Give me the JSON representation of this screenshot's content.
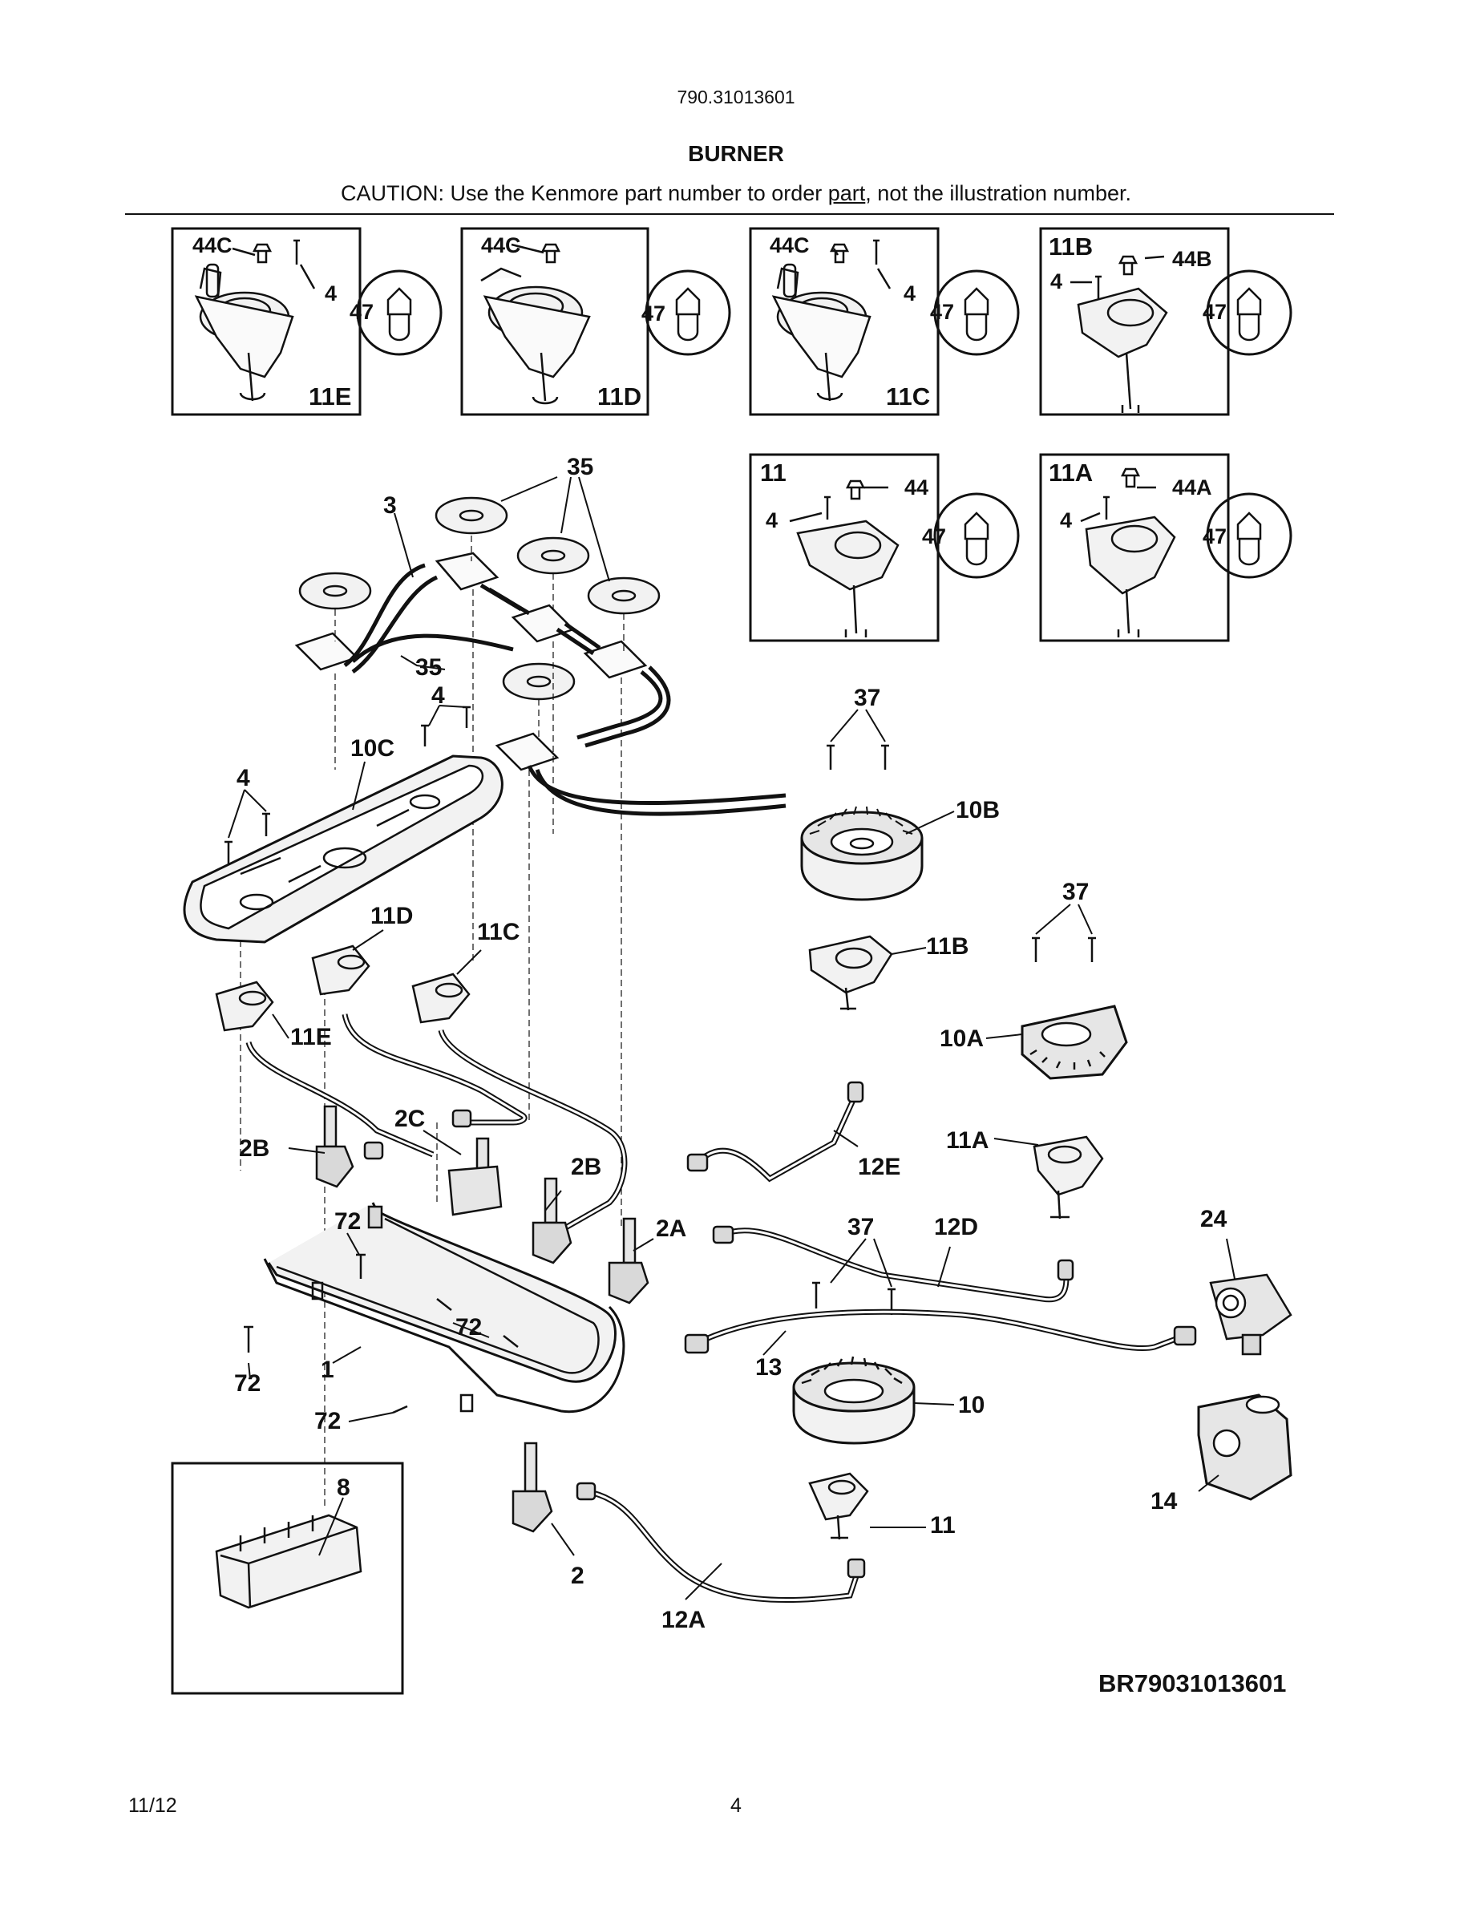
{
  "header": {
    "model": "790.31013601",
    "title": "BURNER",
    "caution_before": "CAUTION: Use the Kenmore part number to order ",
    "caution_link": "part",
    "caution_after": ", not the illustration number."
  },
  "insets": [
    {
      "id": "11E",
      "labels": [
        "44C",
        "4",
        "47",
        "11E"
      ]
    },
    {
      "id": "11D",
      "labels": [
        "44C",
        "47",
        "11D"
      ]
    },
    {
      "id": "11C",
      "labels": [
        "44C",
        "4",
        "47",
        "11C"
      ]
    },
    {
      "id": "11B",
      "labels": [
        "11B",
        "44B",
        "4",
        "47"
      ]
    },
    {
      "id": "11",
      "labels": [
        "11",
        "44",
        "4",
        "47"
      ]
    },
    {
      "id": "11A",
      "labels": [
        "11A",
        "44A",
        "4",
        "47"
      ]
    }
  ],
  "callouts": {
    "c35a": "35",
    "c3": "3",
    "c35b": "35",
    "c4a": "4",
    "c10c": "10C",
    "c4b": "4",
    "c37a": "37",
    "c10b": "10B",
    "c37b": "37",
    "c11b": "11B",
    "c10a": "10A",
    "c11d": "11D",
    "c11c": "11C",
    "c11e": "11E",
    "c2c": "2C",
    "c2b": "2B",
    "c2b2": "2B",
    "c12e": "12E",
    "c11a": "11A",
    "c24": "24",
    "c72a": "72",
    "c2a": "2A",
    "c37c": "37",
    "c12d": "12D",
    "c72b": "72",
    "c72c": "72",
    "c1": "1",
    "c13": "13",
    "c10": "10",
    "c72d": "72",
    "c8": "8",
    "c11": "11",
    "c14": "14",
    "c2": "2",
    "c12a": "12A"
  },
  "diagram_code": "BR79031013601",
  "footer": {
    "date": "11/12",
    "page": "4"
  },
  "colors": {
    "ink": "#111111",
    "fill_light": "#f2f2f2",
    "fill_mid": "#d9d9d9"
  }
}
